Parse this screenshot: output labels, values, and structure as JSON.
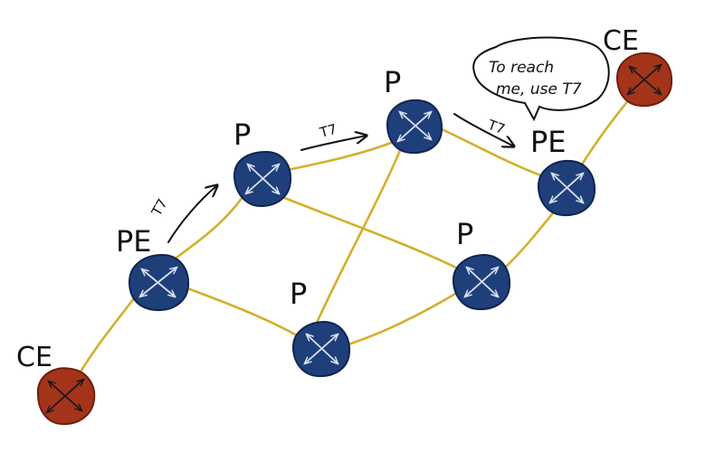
{
  "colors": {
    "link": "#d4af2c",
    "core_router": "#1f3f7a",
    "edge_router": "#a3341a",
    "ink": "#111111"
  },
  "nodes": {
    "ce_left": {
      "label": "CE",
      "role": "edge"
    },
    "pe_left": {
      "label": "PE",
      "role": "provider-edge"
    },
    "p_upper_left": {
      "label": "P",
      "role": "core"
    },
    "p_top": {
      "label": "P",
      "role": "core"
    },
    "p_bottom": {
      "label": "P",
      "role": "core"
    },
    "p_right": {
      "label": "P",
      "role": "core"
    },
    "pe_right": {
      "label": "PE",
      "role": "provider-edge"
    },
    "ce_right": {
      "label": "CE",
      "role": "edge"
    }
  },
  "labels": {
    "pe_tag": "T7",
    "arrow1_tag": "T7",
    "arrow2_tag": "T7"
  },
  "speech": {
    "line1": "To reach",
    "line2": "me, use T7"
  }
}
